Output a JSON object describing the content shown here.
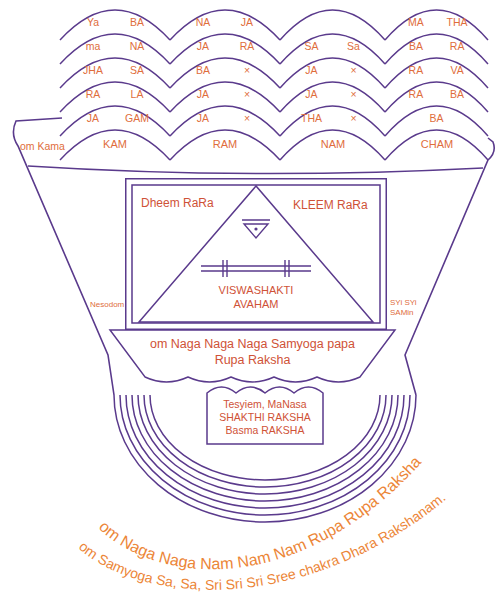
{
  "diagram": {
    "nodes": [
      {
        "text": [
          "Dheem RaRa",
          "KLEEM RaRa"
        ]
      },
      {
        "text": [
          "VISWASHAKTI AVAHAM"
        ],
        "in": 0
      },
      {
        "text": [
          "om Naga Naga Naga Samyoga papa Rupa Raksha"
        ]
      },
      {
        "text": [
          "Tesyiem, MaNasa SHAKTHI RAKSHA",
          "Basma RAKSHA"
        ]
      }
    ],
    "labels": [
      "Ya",
      "BA",
      "NA",
      "JA",
      "MA",
      "THA",
      "ma",
      "NA",
      "JA",
      "RA",
      "SA",
      "Sa",
      "BA",
      "RA",
      "JHA",
      "SA",
      "BA",
      "×",
      "JA",
      "×",
      "RA",
      "VA",
      "RA",
      "LA",
      "JA",
      "×",
      "JA",
      "×",
      "RA",
      "BA",
      "JA",
      "GAM",
      "JA",
      "×",
      "THA",
      "×",
      "BA",
      "om Kama",
      "KAM",
      "RAM",
      "NAM",
      "CHAM",
      "Nesodom",
      "SYi SYi SAMin",
      "om Naga Naga Nam Nam Nam Rupa Rupa Raksha",
      "om Samyoga Sa, Sa, Sri Sri Sri Sree chakra Dhara Rakshanam."
    ]
  }
}
